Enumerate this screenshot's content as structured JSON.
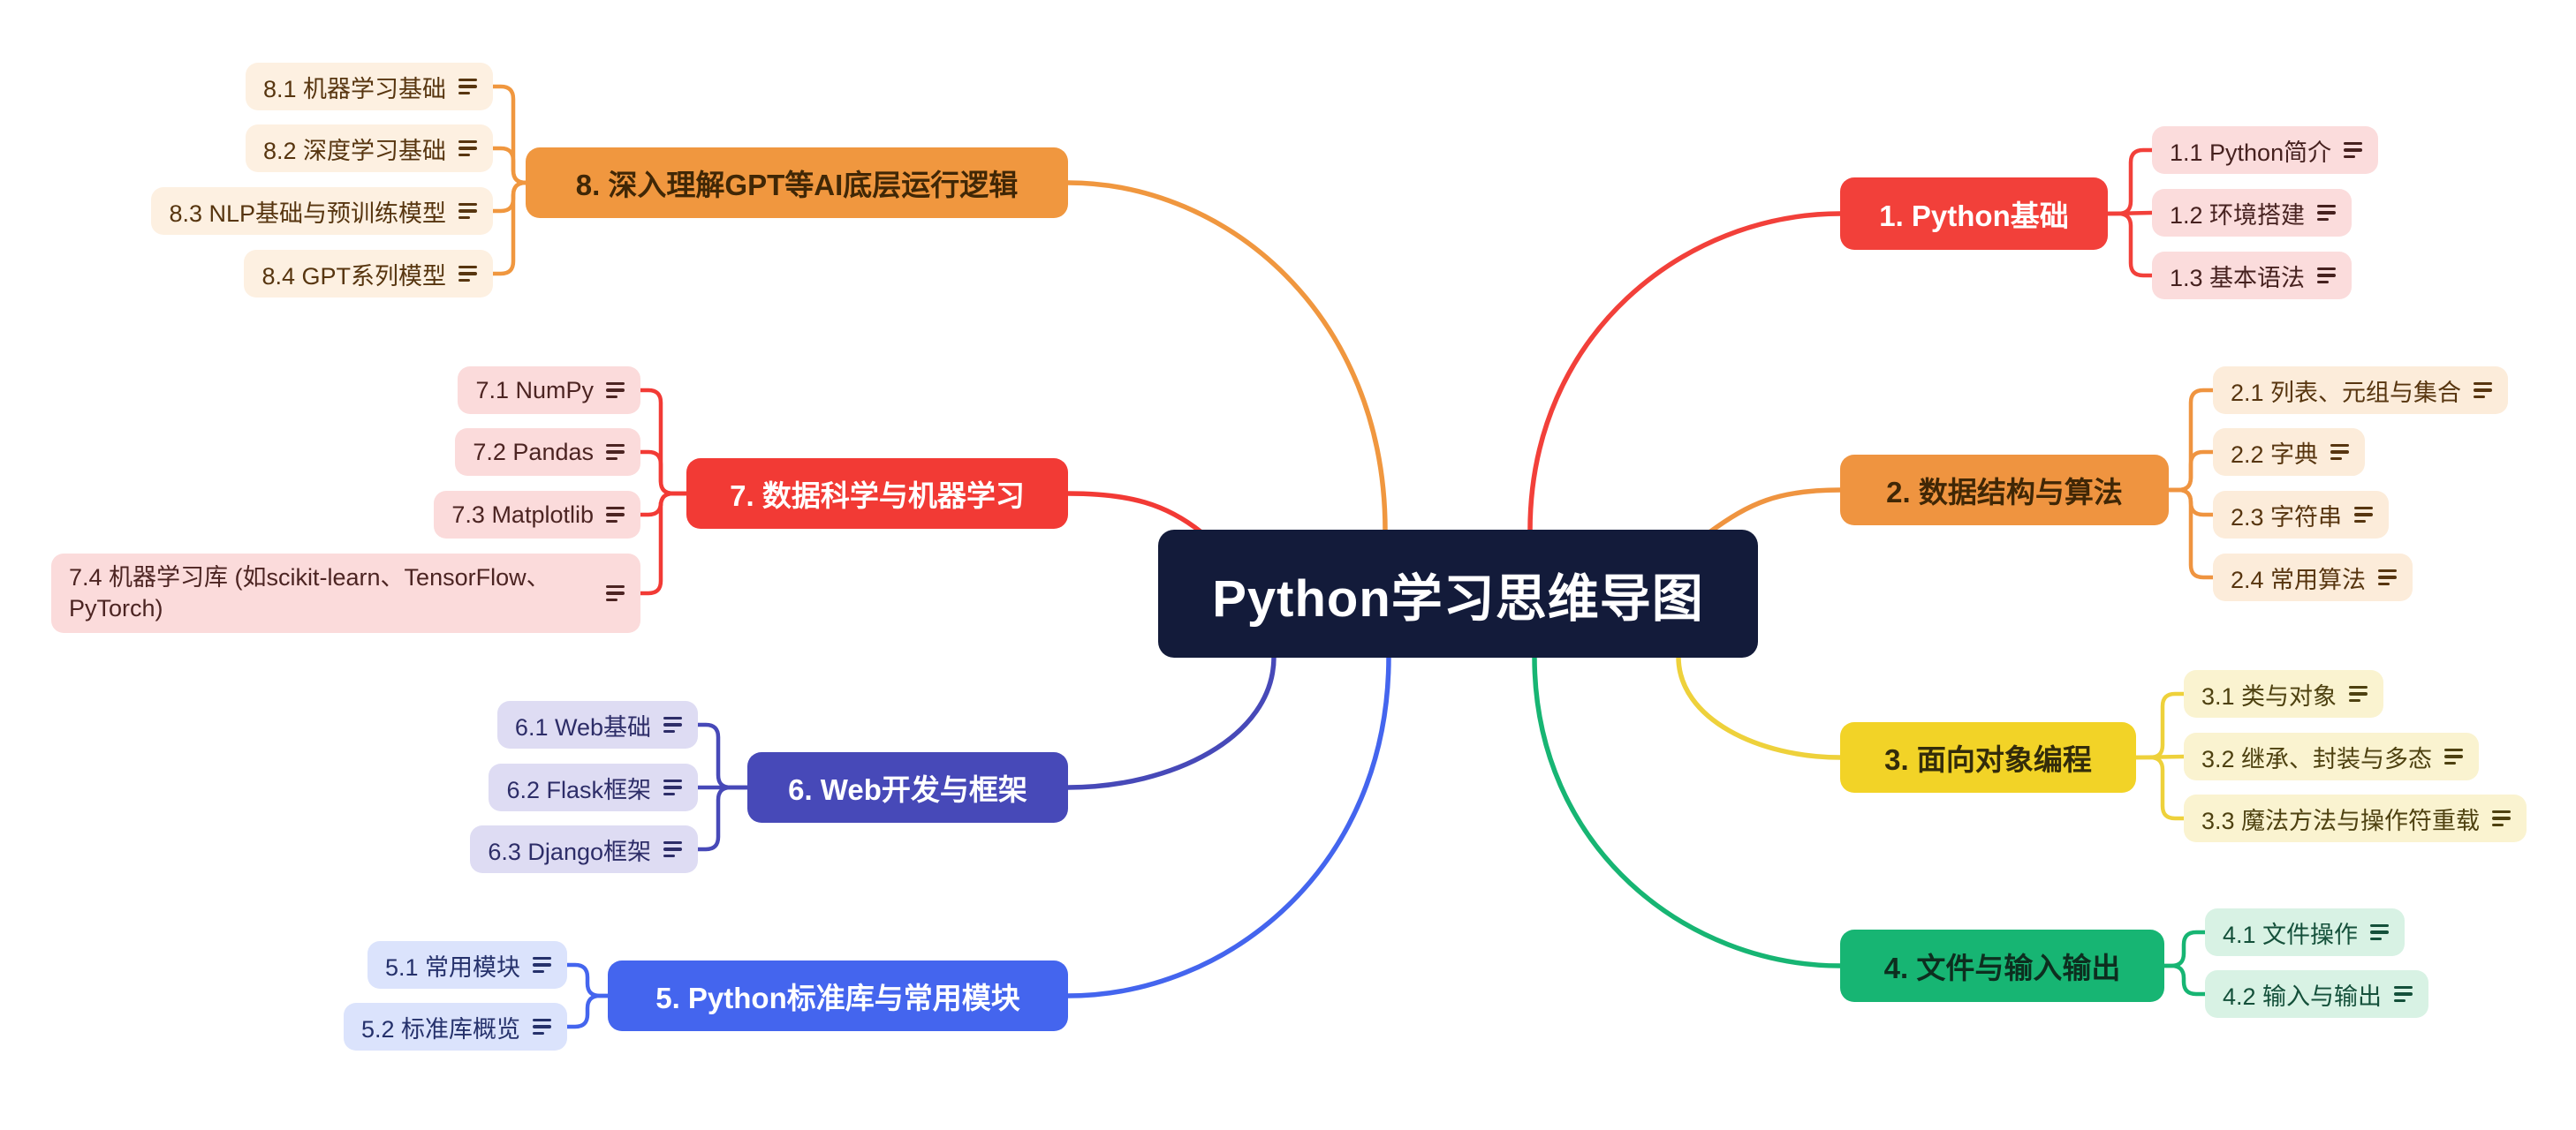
{
  "title": "Python学习思维导图",
  "palette": {
    "canvas_bg": "#ffffff",
    "center_bg": "#131b3a",
    "center_text": "#ffffff"
  },
  "child_note_icon": "notes-icon",
  "branches": [
    {
      "label": "1. Python基础",
      "colors": {
        "node_bg": "#f2403a",
        "node_text": "#ffffff",
        "child_bg": "#fbdcdc",
        "child_text": "#46211f",
        "line": "#f2403a"
      },
      "children": [
        "1.1 Python简介",
        "1.2 环境搭建",
        "1.3 基本语法"
      ]
    },
    {
      "label": "2. 数据结构与算法",
      "colors": {
        "node_bg": "#ef9440",
        "node_text": "#402706",
        "child_bg": "#fcecda",
        "child_text": "#57350f",
        "line": "#ef9440"
      },
      "children": [
        "2.1 列表、元组与集合",
        "2.2 字典",
        "2.3 字符串",
        "2.4 常用算法"
      ]
    },
    {
      "label": "3. 面向对象编程",
      "colors": {
        "node_bg": "#f2d327",
        "node_text": "#332c0b",
        "child_bg": "#faf3d0",
        "child_text": "#4e4110",
        "line": "#eed13b"
      },
      "children": [
        "3.1 类与对象",
        "3.2 继承、封装与多态",
        "3.3 魔法方法与操作符重载"
      ]
    },
    {
      "label": "4. 文件与输入输出",
      "colors": {
        "node_bg": "#17b573",
        "node_text": "#0d2e1f",
        "child_bg": "#d8f2e4",
        "child_text": "#14503a",
        "line": "#17b573"
      },
      "children": [
        "4.1 文件操作",
        "4.2 输入与输出"
      ]
    },
    {
      "label": "5. Python标准库与常用模块",
      "colors": {
        "node_bg": "#4465ee",
        "node_text": "#ffffff",
        "child_bg": "#dbe3fc",
        "child_text": "#25316b",
        "line": "#4465ee"
      },
      "children": [
        "5.1 常用模块",
        "5.2 标准库概览"
      ]
    },
    {
      "label": "6. Web开发与框架",
      "colors": {
        "node_bg": "#4749b8",
        "node_text": "#ffffff",
        "child_bg": "#dedcf3",
        "child_text": "#2d2d68",
        "line": "#4749b8"
      },
      "children": [
        "6.1 Web基础",
        "6.2 Flask框架",
        "6.3 Django框架"
      ]
    },
    {
      "label": "7. 数据科学与机器学习",
      "colors": {
        "node_bg": "#f23a35",
        "node_text": "#ffffff",
        "child_bg": "#fbdbdb",
        "child_text": "#4c2422",
        "line": "#f23a35"
      },
      "children": [
        "7.1 NumPy",
        "7.2 Pandas",
        "7.3 Matplotlib",
        "7.4 机器学习库 (如scikit-learn、TensorFlow、PyTorch)"
      ]
    },
    {
      "label": "8. 深入理解GPT等AI底层运行逻辑",
      "colors": {
        "node_bg": "#f0973f",
        "node_text": "#402706",
        "child_bg": "#fdf0e1",
        "child_text": "#57350f",
        "line": "#f0973f"
      },
      "children": [
        "8.1 机器学习基础",
        "8.2 深度学习基础",
        "8.3 NLP基础与预训练模型",
        "8.4 GPT系列模型"
      ]
    }
  ]
}
